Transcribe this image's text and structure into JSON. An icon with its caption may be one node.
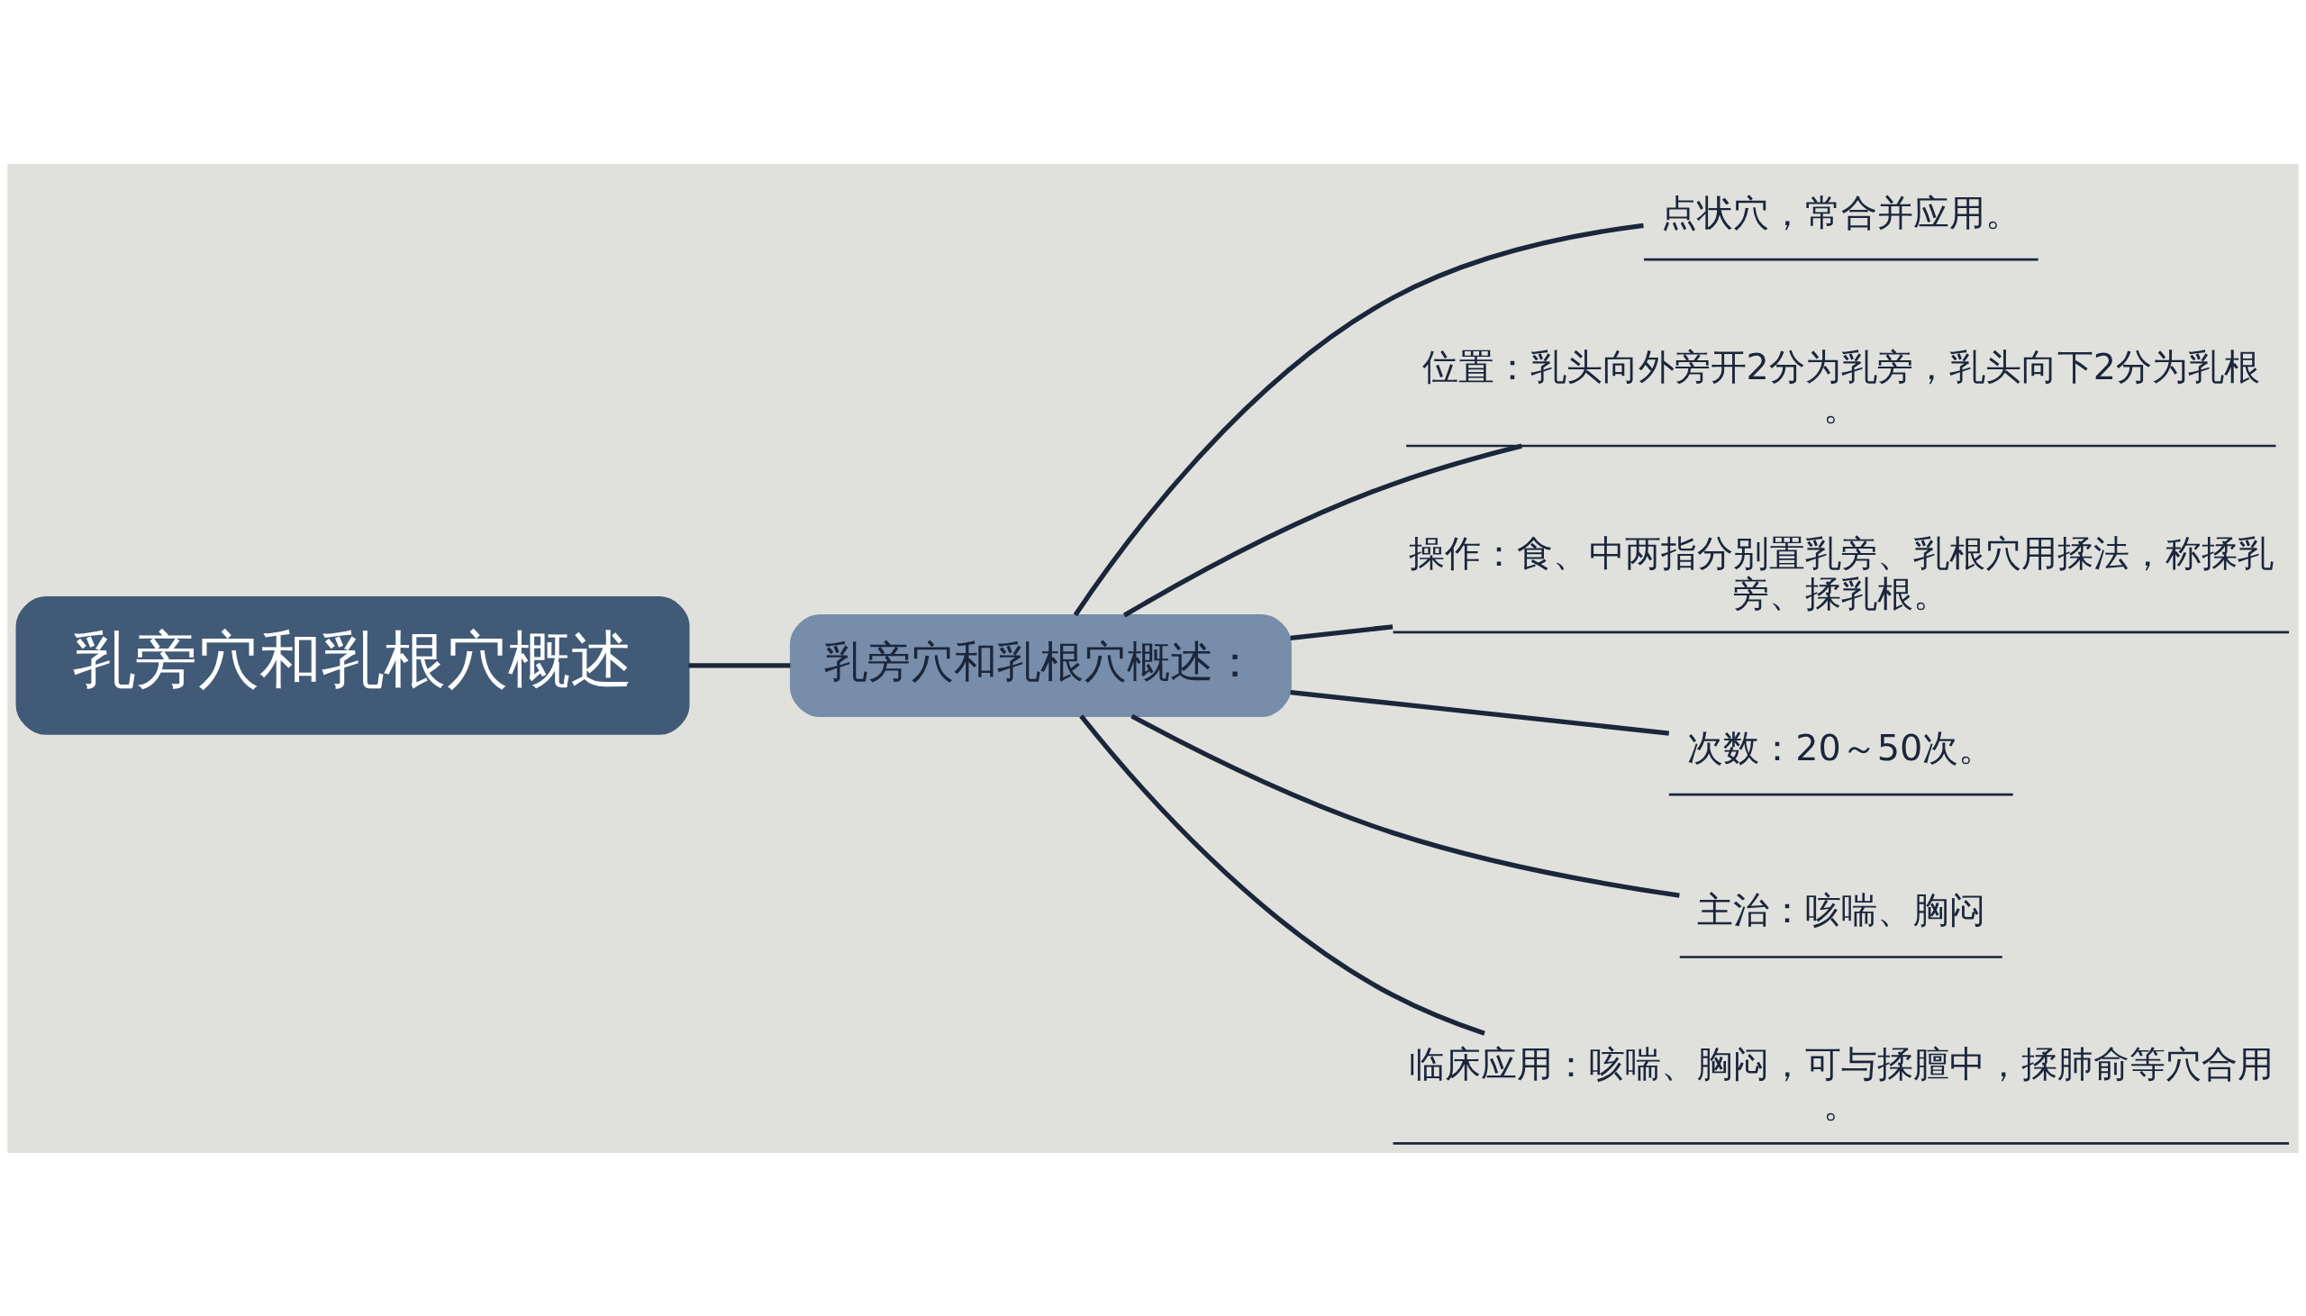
{
  "diagram": {
    "nodes": [
      {
        "text": [
          "乳旁穴和乳根穴概述"
        ]
      },
      {
        "text": [
          "乳旁穴和乳根穴概述："
        ]
      },
      {
        "text": [
          "点状穴，常合并应用。"
        ]
      },
      {
        "text": [
          "位置：乳头向外旁开2分为乳旁，乳头向下2分为乳根。"
        ]
      },
      {
        "text": [
          "操作：食、中两指分别置乳旁、乳根穴用揉法，称揉乳旁、揉乳根。"
        ]
      },
      {
        "text": [
          "次数：20～50次。"
        ]
      },
      {
        "text": [
          "主治：咳喘、胸闷"
        ]
      },
      {
        "text": [
          "临床应用：咳喘、胸闷，可与揉膻中，揉肺俞等穴合用。"
        ]
      }
    ],
    "edges": [
      {
        "from": 0,
        "to": 1,
        "arrow": "none"
      },
      {
        "from": 1,
        "to": 2,
        "arrow": "none"
      },
      {
        "from": 1,
        "to": 3,
        "arrow": "none"
      },
      {
        "from": 1,
        "to": 4,
        "arrow": "none"
      },
      {
        "from": 1,
        "to": 5,
        "arrow": "none"
      },
      {
        "from": 1,
        "to": 6,
        "arrow": "none"
      },
      {
        "from": 1,
        "to": 7,
        "arrow": "none"
      }
    ]
  }
}
